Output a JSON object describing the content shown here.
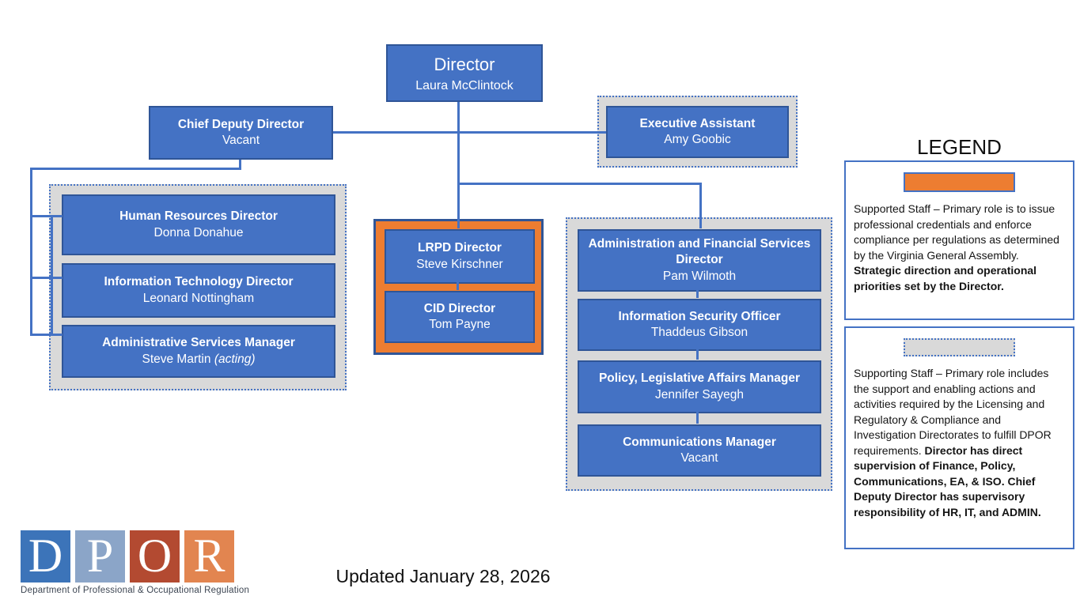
{
  "colors": {
    "node_fill": "#4472C4",
    "node_border": "#2F5597",
    "connector": "#4472C4",
    "supporting_gray": "#D9D9D9",
    "supported_orange": "#ED7D31",
    "legend_border": "#4472C4"
  },
  "nodes": {
    "director": {
      "title": "Director",
      "name": "Laura McClintock"
    },
    "chief_deputy": {
      "title": "Chief Deputy Director",
      "name": "Vacant"
    },
    "executive_assistant": {
      "title": "Executive Assistant",
      "name": "Amy Goobic"
    },
    "hr": {
      "title": "Human Resources Director",
      "name": "Donna Donahue"
    },
    "it": {
      "title": "Information Technology Director",
      "name": "Leonard Nottingham"
    },
    "admin_services": {
      "title": "Administrative Services Manager",
      "name": "Steve Martin",
      "name_note": "(acting)"
    },
    "lrpd": {
      "title": "LRPD Director",
      "name": "Steve Kirschner"
    },
    "cid": {
      "title": "CID Director",
      "name": "Tom Payne"
    },
    "afs": {
      "title": "Administration and Financial Services Director",
      "name": "Pam Wilmoth"
    },
    "iso": {
      "title": "Information Security Officer",
      "name": "Thaddeus Gibson"
    },
    "policy": {
      "title": "Policy, Legislative Affairs Manager",
      "name": "Jennifer Sayegh"
    },
    "communications": {
      "title": "Communications Manager",
      "name": "Vacant"
    }
  },
  "legend": {
    "title": "LEGEND",
    "supported_text": "Supported Staff – Primary role is to issue professional credentials and enforce compliance per regulations as determined by the Virginia General Assembly.  ",
    "supported_bold": "Strategic direction and operational priorities set by the Director.",
    "supporting_text": "Supporting Staff – Primary role includes the support and enabling actions and activities required by the Licensing and Regulatory & Compliance and Investigation Directorates to fulfill DPOR requirements. ",
    "supporting_bold": "Director has direct supervision of Finance, Policy, Communications, EA, & ISO. Chief Deputy Director has supervisory responsibility of HR, IT, and ADMIN."
  },
  "footer": {
    "updated": "Updated January 28, 2026"
  },
  "logo": {
    "letters": [
      "D",
      "P",
      "O",
      "R"
    ],
    "letter_colors": [
      "#3C74B9",
      "#8BA5C8",
      "#B34A31",
      "#E28550"
    ],
    "tagline": "Department of Professional & Occupational Regulation"
  }
}
